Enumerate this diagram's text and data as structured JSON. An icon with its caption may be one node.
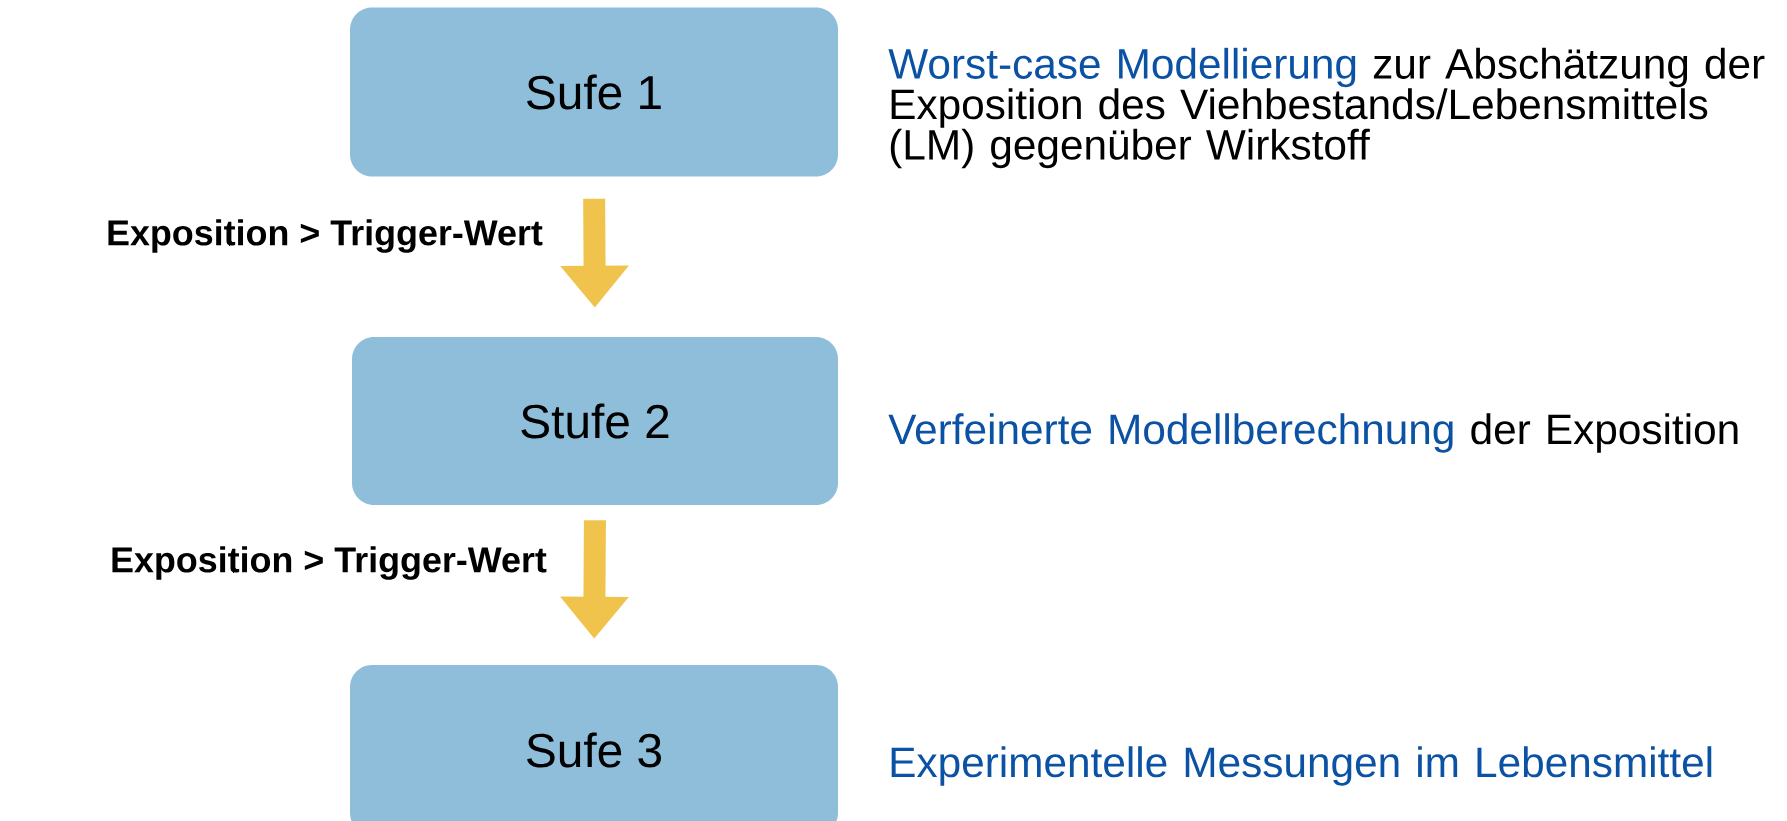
{
  "diagram": {
    "nodes": [
      {
        "text": [
          "Sufe 1"
        ],
        "beside": [
          "Worst-case Modellierung",
          "zur Abschätzung der Exposition des Viehbestands/Lebensmittels (LM) gegenüber Wirkstoff"
        ]
      },
      {
        "text": [
          "Stufe 2"
        ],
        "beside": [
          "Verfeinerte Modellberechnung",
          "der Exposition"
        ]
      },
      {
        "text": [
          "Sufe 3"
        ],
        "beside": [
          "Experimentelle Messungen im Lebensmittel"
        ]
      }
    ],
    "edges": [
      {
        "from": 0,
        "to": 1,
        "arrow": "to",
        "label": "Exposition > Trigger-Wert"
      },
      {
        "from": 1,
        "to": 2,
        "arrow": "to",
        "label": "Exposition > Trigger-Wert"
      }
    ]
  }
}
